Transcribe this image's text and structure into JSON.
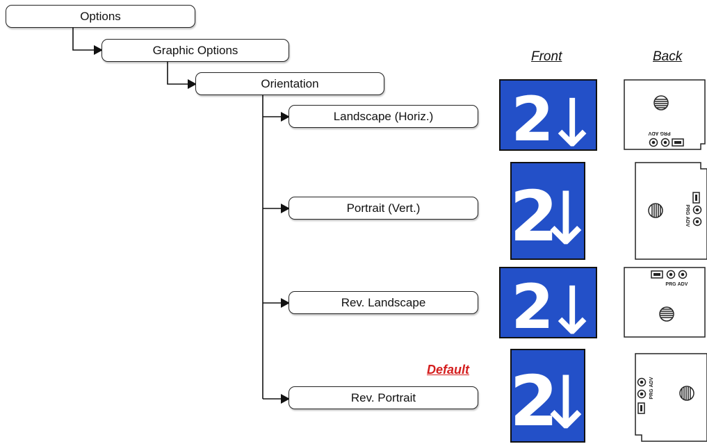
{
  "tree": {
    "root": "Options",
    "level1": "Graphic Options",
    "level2": "Orientation",
    "choices": [
      "Landscape (Horiz.)",
      "Portrait (Vert.)",
      "Rev. Landscape",
      "Rev. Portrait"
    ],
    "default_label": "Default"
  },
  "columns": {
    "front": "Front",
    "back": "Back"
  },
  "display": {
    "glyph": "2",
    "arrow": "↓",
    "color": "#2350c8"
  },
  "back_labels": {
    "prg": "PRG",
    "adv": "ADV"
  }
}
